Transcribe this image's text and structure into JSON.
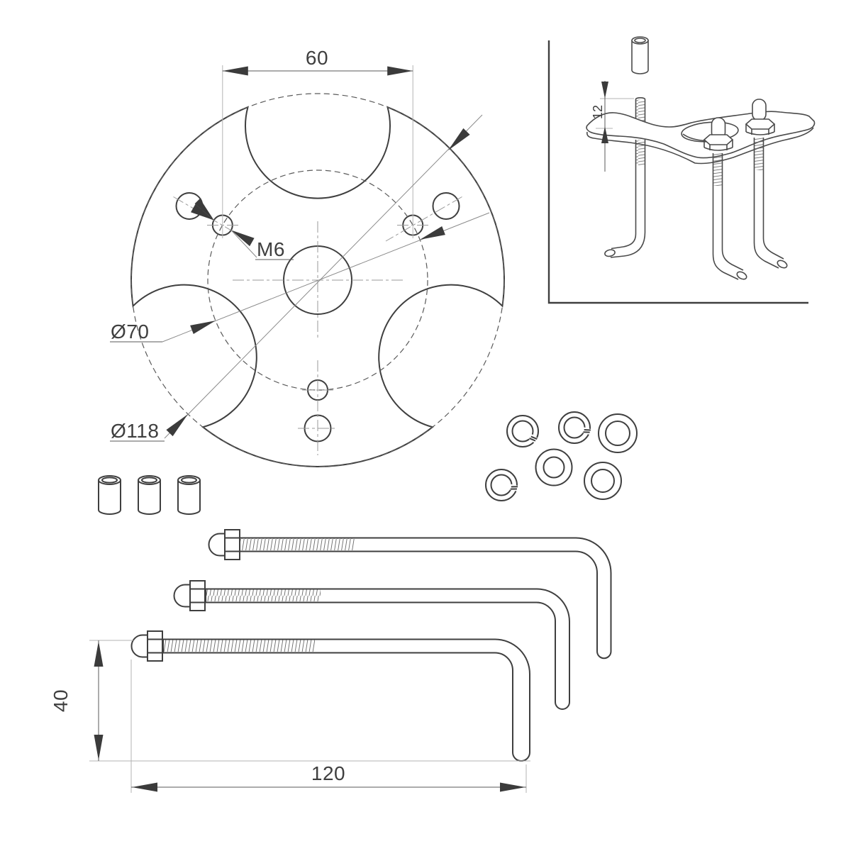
{
  "drawing": {
    "type": "technical-installation-drawing",
    "views": [
      "plate-top-view",
      "assembly-isometric-view",
      "hardware-parts",
      "anchor-bolt-side-view"
    ]
  },
  "labels": {
    "hole_spacing": "60",
    "thread_callout": "M6",
    "bolt_circle_diameter": "Ø70",
    "outer_diameter": "Ø118",
    "stud_protrusion": "12",
    "leg_height": "40",
    "bolt_length": "120"
  },
  "parts": {
    "plate": "three-lobe mounting plate",
    "spacer_count": 3,
    "lock_washer_count": 3,
    "flat_washer_count": 3,
    "anchor_bolt_count": 3
  },
  "colors": {
    "line": "#3f3f3f",
    "iso_line": "#4a4a4a",
    "centerline": "#9a9a9a",
    "extension_line": "#b3b3b3",
    "dimension": "#5a5a5a",
    "arrow": "#3b3b3b",
    "background": "#ffffff"
  }
}
